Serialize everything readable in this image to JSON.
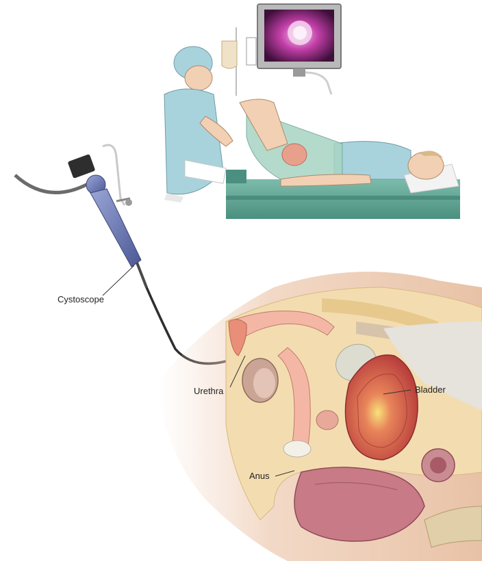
{
  "labels": {
    "cystoscope": "Cystoscope",
    "urethra": "Urethra",
    "bladder": "Bladder",
    "anus": "Anus"
  },
  "colors": {
    "background": "#ffffff",
    "scrubs": "#a9d3dc",
    "table": "#5fa595",
    "skin": "#f2d0b4",
    "bladder": "#c9463f",
    "fat": "#f3ddb0",
    "monitor_screen": "#b0309a",
    "scope_body": "#6f7cb0",
    "label_text": "#222222"
  }
}
